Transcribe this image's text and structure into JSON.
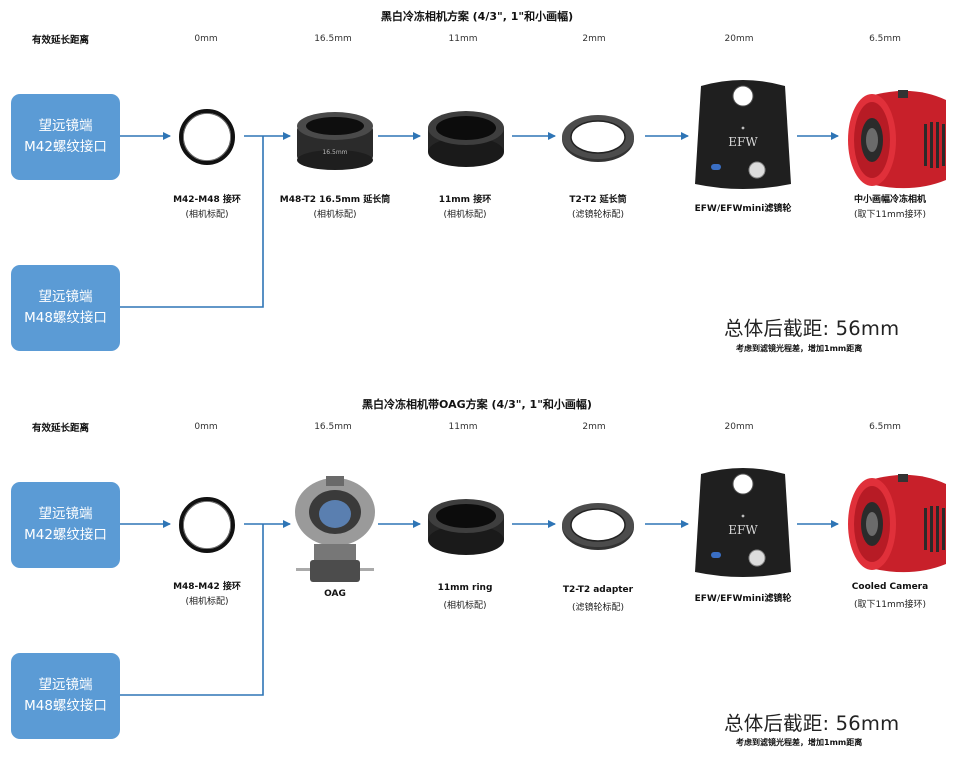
{
  "sections": [
    {
      "title": "黑白冷冻相机方案 (4/3\", 1\"和小画幅)",
      "distance_header": "有效延长距离",
      "distances": [
        "0mm",
        "16.5mm",
        "11mm",
        "2mm",
        "20mm",
        "6.5mm"
      ],
      "source_box_1": {
        "line1": "望远镜端",
        "line2": "M42螺纹接口"
      },
      "source_box_2": {
        "line1": "望远镜端",
        "line2": "M48螺纹接口"
      },
      "components": [
        {
          "name": "M42-M48 接环",
          "note": "(相机标配)",
          "icon": "ring-adapter"
        },
        {
          "name": "M48-T2 16.5mm 延长筒",
          "note": "(相机标配)",
          "icon": "extension-tube",
          "engraving": "16.5mm"
        },
        {
          "name": "11mm 接环",
          "note": "(相机标配)",
          "icon": "spacer-ring"
        },
        {
          "name": "T2-T2 延长筒",
          "note": "(滤镜轮标配)",
          "icon": "thin-adapter"
        },
        {
          "name": "EFW/EFWmini滤镜轮",
          "note": "",
          "icon": "filter-wheel",
          "engraving": "EFW"
        },
        {
          "name": "中小画幅冷冻相机",
          "note": "(取下11mm接环)",
          "icon": "cooled-camera"
        }
      ],
      "total_label": "总体后截距: 56mm",
      "total_note": "考虑到滤镜光程差，增加1mm距离"
    },
    {
      "title": "黑白冷冻相机带OAG方案 (4/3\", 1\"和小画幅)",
      "distance_header": "有效延长距离",
      "distances": [
        "0mm",
        "16.5mm",
        "11mm",
        "2mm",
        "20mm",
        "6.5mm"
      ],
      "source_box_1": {
        "line1": "望远镜端",
        "line2": "M42螺纹接口"
      },
      "source_box_2": {
        "line1": "望远镜端",
        "line2": "M48螺纹接口"
      },
      "components": [
        {
          "name": "M48-M42 接环",
          "note": "(相机标配)",
          "icon": "ring-adapter"
        },
        {
          "name": "OAG",
          "note": "",
          "icon": "off-axis-guider"
        },
        {
          "name": "11mm ring",
          "note": "(相机标配)",
          "icon": "spacer-ring"
        },
        {
          "name": "T2-T2 adapter",
          "note": "(滤镜轮标配)",
          "icon": "thin-adapter"
        },
        {
          "name": "EFW/EFWmini滤镜轮",
          "note": "",
          "icon": "filter-wheel",
          "engraving": "EFW"
        },
        {
          "name": "Cooled Camera",
          "note": "(取下11mm接环)",
          "icon": "cooled-camera"
        }
      ],
      "total_label": "总体后截距: 56mm",
      "total_note": "考虑到滤镜光程差，增加1mm距离"
    }
  ],
  "colors": {
    "box": "#5b9bd5",
    "arrow": "#2e75b6",
    "camera_red": "#d8232a",
    "metal_dark": "#2a2a2a"
  }
}
